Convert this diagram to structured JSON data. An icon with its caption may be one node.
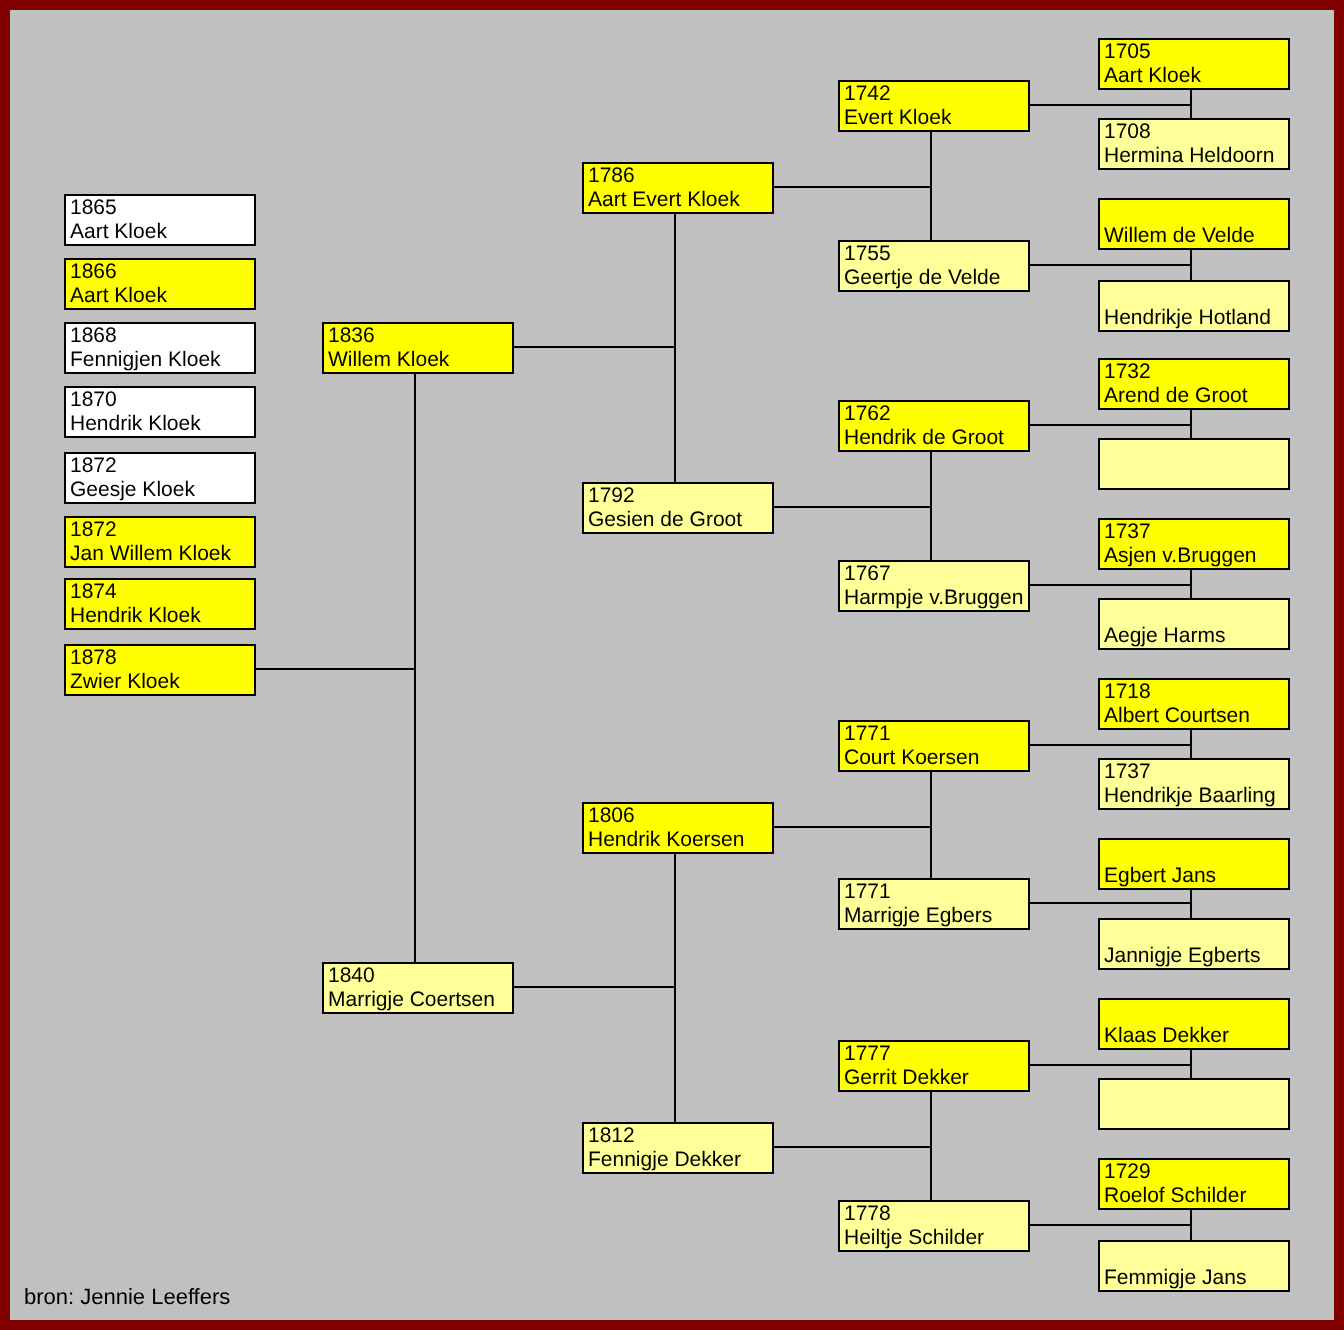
{
  "diagram": {
    "caption": "bron: Jennie Leeffers",
    "nodes": [
      {
        "text": [
          "1865",
          "Aart Kloek"
        ]
      },
      {
        "text": [
          "1866",
          "Aart Kloek"
        ]
      },
      {
        "text": [
          "1868",
          "Fennigjen Kloek"
        ]
      },
      {
        "text": [
          "1870",
          "Hendrik Kloek"
        ]
      },
      {
        "text": [
          "1872",
          "Geesje Kloek"
        ]
      },
      {
        "text": [
          "1872",
          "Jan Willem Kloek"
        ]
      },
      {
        "text": [
          "1874",
          "Hendrik Kloek"
        ]
      },
      {
        "text": [
          "1878",
          "Zwier Kloek"
        ]
      },
      {
        "text": [
          "1836",
          "Willem Kloek"
        ]
      },
      {
        "text": [
          "1840",
          "Marrigje Coertsen"
        ]
      },
      {
        "text": [
          "1786",
          "Aart Evert Kloek"
        ]
      },
      {
        "text": [
          "1792",
          "Gesien de Groot"
        ]
      },
      {
        "text": [
          "1806",
          "Hendrik Koersen"
        ]
      },
      {
        "text": [
          "1812",
          "Fennigje Dekker"
        ]
      },
      {
        "text": [
          "1742",
          "Evert Kloek"
        ]
      },
      {
        "text": [
          "1755",
          "Geertje de Velde"
        ]
      },
      {
        "text": [
          "1762",
          "Hendrik de Groot"
        ]
      },
      {
        "text": [
          "1767",
          "Harmpje v.Bruggen"
        ]
      },
      {
        "text": [
          "1771",
          "Court Koersen"
        ]
      },
      {
        "text": [
          "1771",
          "Marrigje Egbers"
        ]
      },
      {
        "text": [
          "1777",
          "Gerrit Dekker"
        ]
      },
      {
        "text": [
          "1778",
          "Heiltje Schilder"
        ]
      },
      {
        "text": [
          "1705",
          "Aart Kloek"
        ]
      },
      {
        "text": [
          "1708",
          "Hermina Heldoorn"
        ]
      },
      {
        "text": [
          "Willem de Velde"
        ]
      },
      {
        "text": [
          "Hendrikje Hotland"
        ]
      },
      {
        "text": [
          "1732",
          "Arend de Groot"
        ]
      },
      {
        "text": [],
        "shape": "box"
      },
      {
        "text": [
          "1737",
          "Asjen v.Bruggen"
        ]
      },
      {
        "text": [
          "Aegje Harms"
        ]
      },
      {
        "text": [
          "1718",
          "Albert Courtsen"
        ]
      },
      {
        "text": [
          "1737",
          "Hendrikje Baarling"
        ]
      },
      {
        "text": [
          "Egbert Jans"
        ]
      },
      {
        "text": [
          "Jannigje Egberts"
        ]
      },
      {
        "text": [
          "Klaas Dekker"
        ]
      },
      {
        "text": [],
        "shape": "box"
      },
      {
        "text": [
          "1729",
          "Roelof Schilder"
        ]
      },
      {
        "text": [
          "Femmigje Jans"
        ]
      }
    ],
    "edges": [
      {
        "from": 7,
        "to": 8,
        "arrow": "none"
      },
      {
        "from": 7,
        "to": 9,
        "arrow": "none"
      },
      {
        "from": 8,
        "to": 10,
        "arrow": "none"
      },
      {
        "from": 8,
        "to": 11,
        "arrow": "none"
      },
      {
        "from": 9,
        "to": 12,
        "arrow": "none"
      },
      {
        "from": 9,
        "to": 13,
        "arrow": "none"
      },
      {
        "from": 10,
        "to": 14,
        "arrow": "none"
      },
      {
        "from": 10,
        "to": 15,
        "arrow": "none"
      },
      {
        "from": 11,
        "to": 16,
        "arrow": "none"
      },
      {
        "from": 11,
        "to": 17,
        "arrow": "none"
      },
      {
        "from": 12,
        "to": 18,
        "arrow": "none"
      },
      {
        "from": 12,
        "to": 19,
        "arrow": "none"
      },
      {
        "from": 13,
        "to": 20,
        "arrow": "none"
      },
      {
        "from": 13,
        "to": 21,
        "arrow": "none"
      },
      {
        "from": 14,
        "to": 22,
        "arrow": "none"
      },
      {
        "from": 14,
        "to": 23,
        "arrow": "none"
      },
      {
        "from": 15,
        "to": 24,
        "arrow": "none"
      },
      {
        "from": 15,
        "to": 25,
        "arrow": "none"
      },
      {
        "from": 16,
        "to": 26,
        "arrow": "none"
      },
      {
        "from": 16,
        "to": 27,
        "arrow": "none"
      },
      {
        "from": 17,
        "to": 28,
        "arrow": "none"
      },
      {
        "from": 17,
        "to": 29,
        "arrow": "none"
      },
      {
        "from": 18,
        "to": 30,
        "arrow": "none"
      },
      {
        "from": 18,
        "to": 31,
        "arrow": "none"
      },
      {
        "from": 19,
        "to": 32,
        "arrow": "none"
      },
      {
        "from": 19,
        "to": 33,
        "arrow": "none"
      },
      {
        "from": 20,
        "to": 34,
        "arrow": "none"
      },
      {
        "from": 20,
        "to": 35,
        "arrow": "none"
      },
      {
        "from": 21,
        "to": 36,
        "arrow": "none"
      },
      {
        "from": 21,
        "to": 37,
        "arrow": "none"
      }
    ]
  }
}
